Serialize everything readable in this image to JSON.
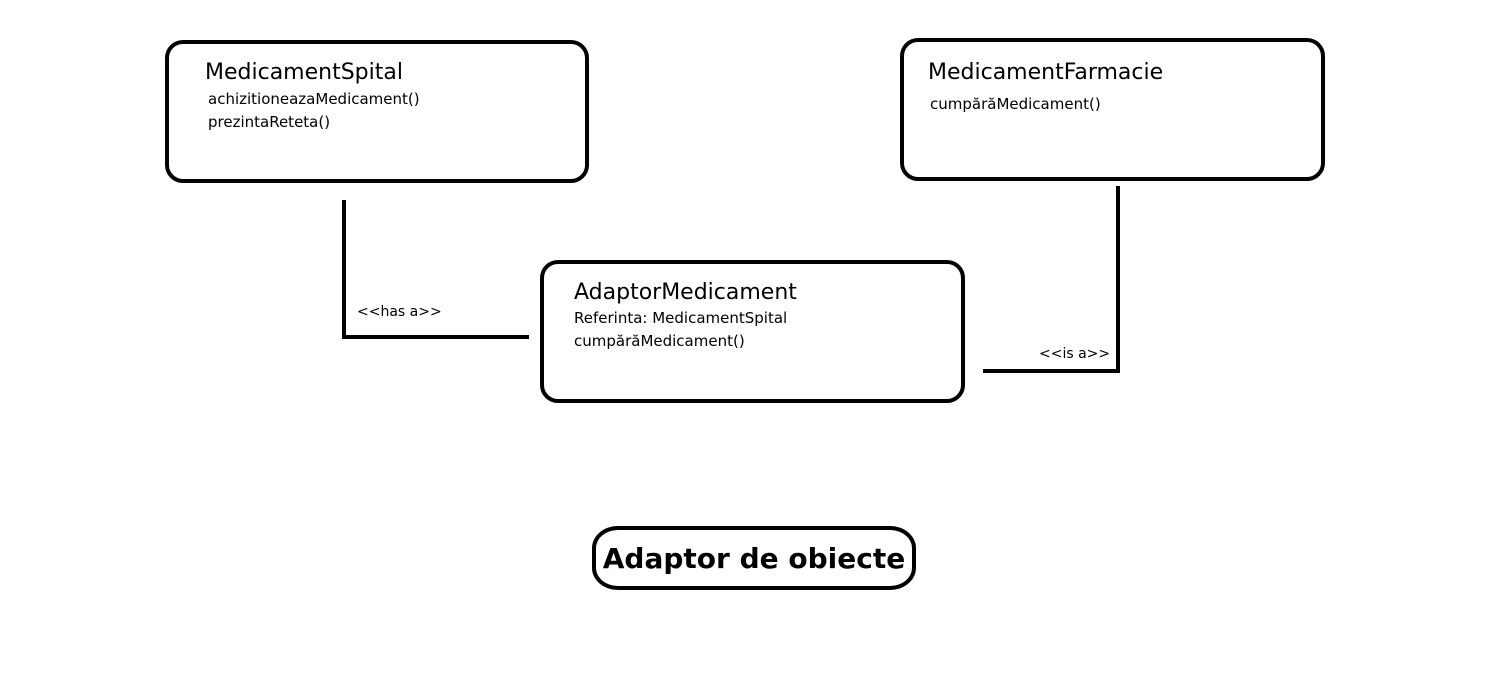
{
  "classes": {
    "medicament_spital": {
      "name": "MedicamentSpital",
      "members": [
        "achizitioneazaMedicament()",
        "prezintaReteta()"
      ]
    },
    "medicament_farmacie": {
      "name": "MedicamentFarmacie",
      "members": [
        "cumpărăMedicament()"
      ]
    },
    "adaptor_medicament": {
      "name": "AdaptorMedicament",
      "members": [
        "Referinta: MedicamentSpital",
        "cumpărăMedicament()"
      ]
    }
  },
  "relations": {
    "has_a": "<<has a>>",
    "is_a": "<<is a>>"
  },
  "caption": "Adaptor de obiecte"
}
